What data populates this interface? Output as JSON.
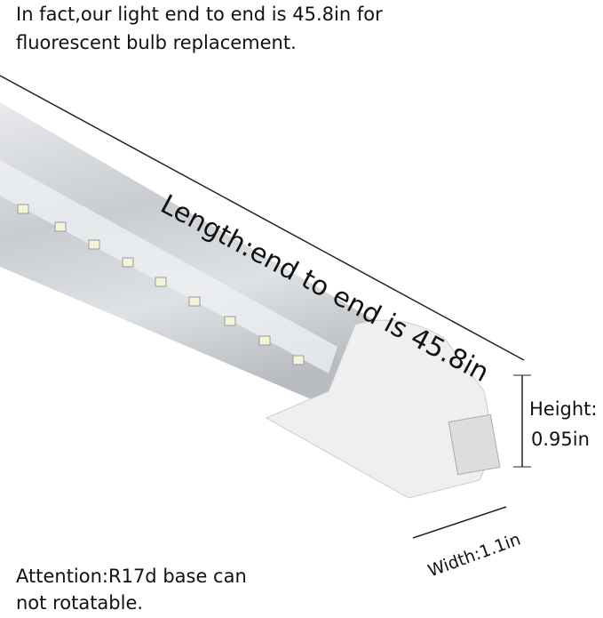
{
  "top_note": {
    "line1": "In fact,our light end to end is 45.8in for",
    "line2": "fluorescent bulb replacement."
  },
  "length_label": "Length:end to end is 45.8in",
  "height_label": {
    "line1": "Height:",
    "line2": "0.95in"
  },
  "width_label": "Width:1.1in",
  "attention": {
    "line1": "Attention:R17d base can",
    "line2": "not rotatable."
  }
}
